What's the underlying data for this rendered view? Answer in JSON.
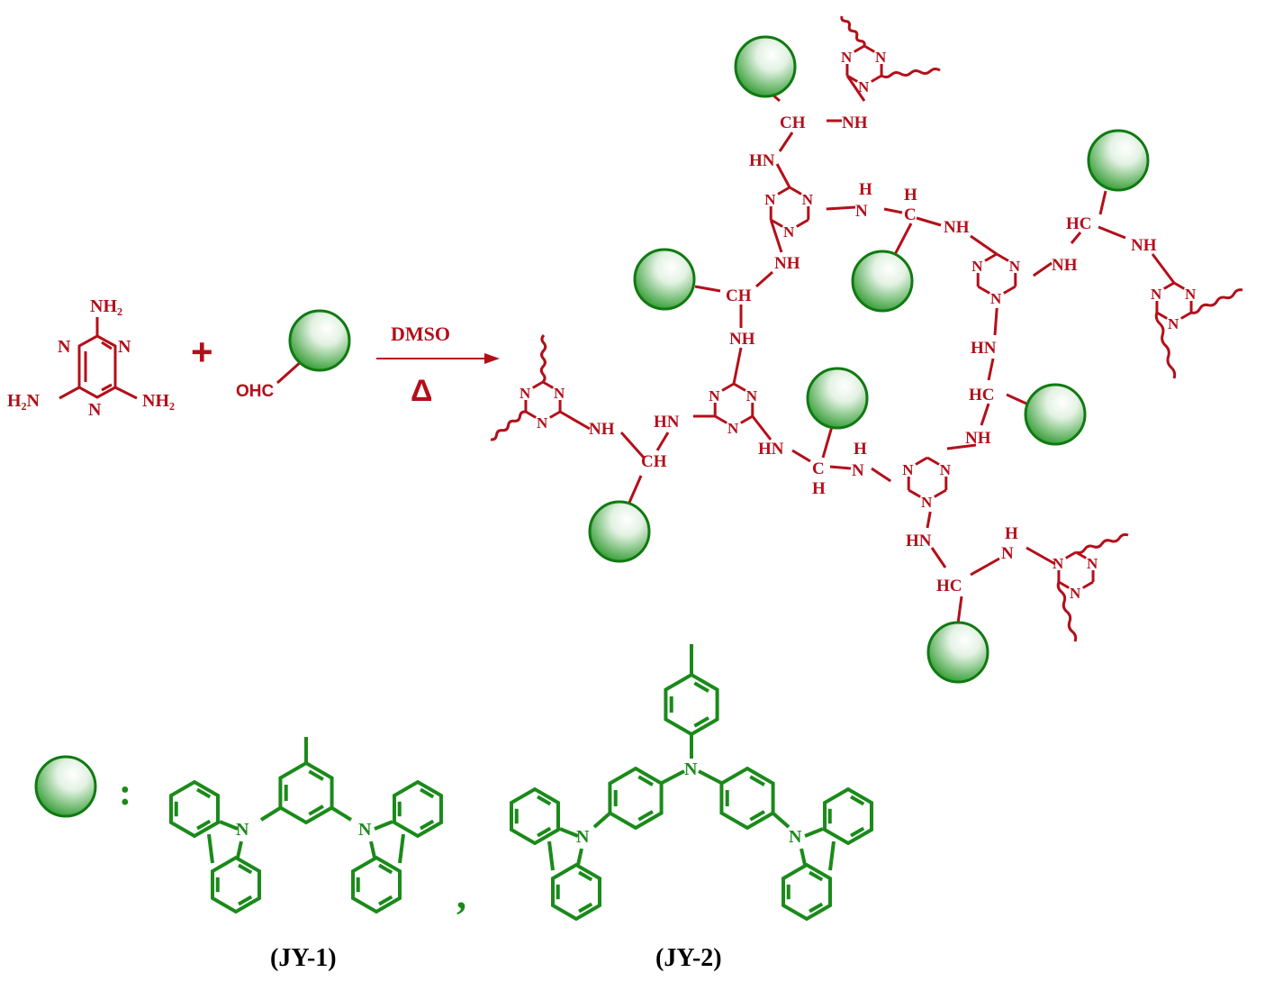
{
  "colors": {
    "red": "#b30f1a",
    "green": "#1a8a1a",
    "black": "#000000"
  },
  "reactants": {
    "nh2_top": "NH₂",
    "h2n_left": "H₂N",
    "nh2_right": "NH₂",
    "ring_n": "N",
    "plus": "+",
    "ohc": "OHC"
  },
  "reaction": {
    "solvent": "DMSO",
    "heat": "Δ"
  },
  "network": {
    "nh": "NH",
    "hn": "HN",
    "ch": "CH",
    "hc": "HC",
    "c": "C",
    "h": "H",
    "n": "N"
  },
  "legend": {
    "colon": ":",
    "comma": ",",
    "jy1_label": "(JY-1)",
    "jy2_label": "(JY-2)",
    "n": "N"
  }
}
